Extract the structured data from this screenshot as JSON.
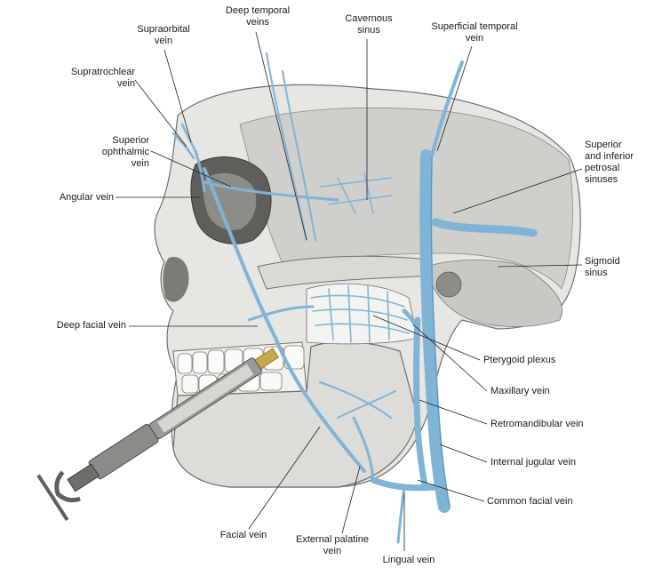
{
  "labels": {
    "supraorbital_vein": [
      "Supraorbital",
      "vein"
    ],
    "deep_temporal_veins": [
      "Deep temporal",
      "veins"
    ],
    "cavernous_sinus": [
      "Cavernous",
      "sinus"
    ],
    "superficial_temporal_vein": [
      "Superficial temporal",
      "vein"
    ],
    "supratrochlear_vein": [
      "Supratrochlear",
      "vein"
    ],
    "superior_ophthalmic_vein": [
      "Superior",
      "ophthalmic",
      "vein"
    ],
    "angular_vein": [
      "Angular vein"
    ],
    "petrosal_sinuses": [
      "Superior",
      "and inferior",
      "petrosal",
      "sinuses"
    ],
    "sigmoid_sinus": [
      "Sigmoid",
      "sinus"
    ],
    "deep_facial_vein": [
      "Deep facial vein"
    ],
    "pterygoid_plexus": [
      "Pterygoid plexus"
    ],
    "maxillary_vein": [
      "Maxillary vein"
    ],
    "retromandibular_vein": [
      "Retromandibular vein"
    ],
    "internal_jugular_vein": [
      "Internal jugular vein"
    ],
    "common_facial_vein": [
      "Common facial vein"
    ],
    "facial_vein": [
      "Facial vein"
    ],
    "external_palatine_vein": [
      "External palatine",
      "vein"
    ],
    "lingual_vein": [
      "Lingual vein"
    ]
  },
  "colors": {
    "vein": "#7fb4d6",
    "vein_dark": "#5a93bb",
    "bone_light": "#e6e6e3",
    "bone_mid": "#bdbdb8",
    "bone_dark": "#6f6f6a",
    "leader": "#222222"
  }
}
